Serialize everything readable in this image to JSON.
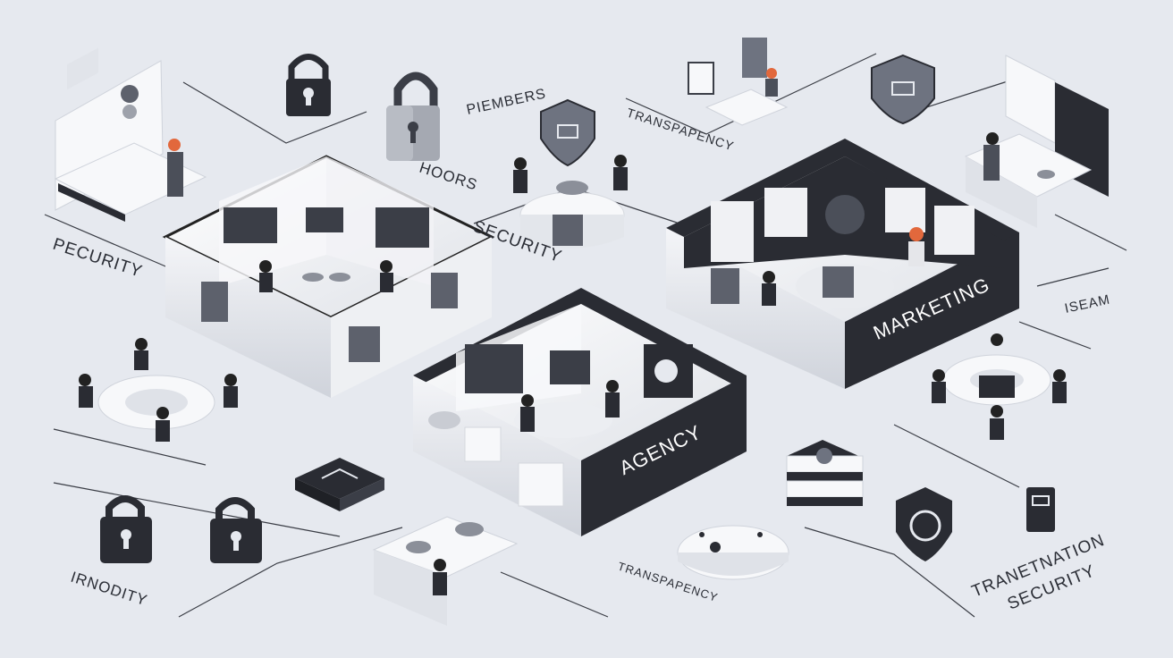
{
  "labels": {
    "security_left": "PECURITY",
    "doors": "HOORS",
    "piembers": "PIEMBERS",
    "security_center": "SECURITY",
    "transparency_top": "TRANSPAPENCY",
    "iseam": "ISEAM",
    "marketing": "MARKETING",
    "agency": "AGENCY",
    "irnodity": "IRNODITY",
    "transparency_bottom": "TRANSPAPENCY",
    "transtination_1": "TRANETNATION",
    "transtination_2": "SECURITY"
  },
  "colors": {
    "background": "#e6e9ef",
    "dark": "#2a2c33",
    "mid_gray": "#6e7380",
    "light": "#f7f8fa",
    "accent_orange": "#e2683c"
  },
  "icons": [
    "padlock-icon",
    "shield-icon",
    "monitor-icon",
    "person-icon",
    "meeting-table-icon",
    "chip-icon"
  ]
}
